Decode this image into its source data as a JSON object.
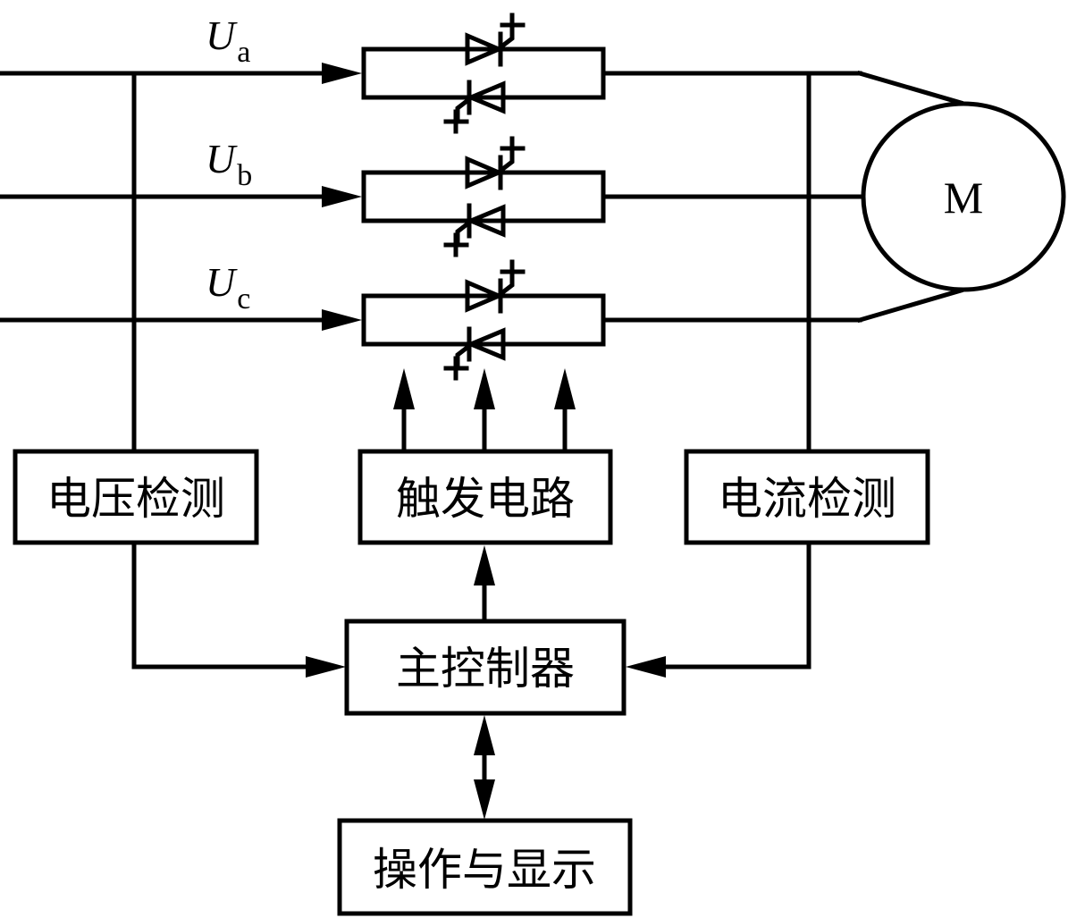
{
  "diagram": {
    "phases": [
      {
        "symbol": "U",
        "subscript": "a"
      },
      {
        "symbol": "U",
        "subscript": "b"
      },
      {
        "symbol": "U",
        "subscript": "c"
      }
    ],
    "motor": {
      "label": "M"
    },
    "blocks": {
      "voltage_detect": "电压检测",
      "trigger_circuit": "触发电路",
      "current_detect": "电流检测",
      "main_controller": "主控制器",
      "operation_display": "操作与显示"
    },
    "colors": {
      "stroke": "#000000",
      "background": "#ffffff"
    }
  }
}
